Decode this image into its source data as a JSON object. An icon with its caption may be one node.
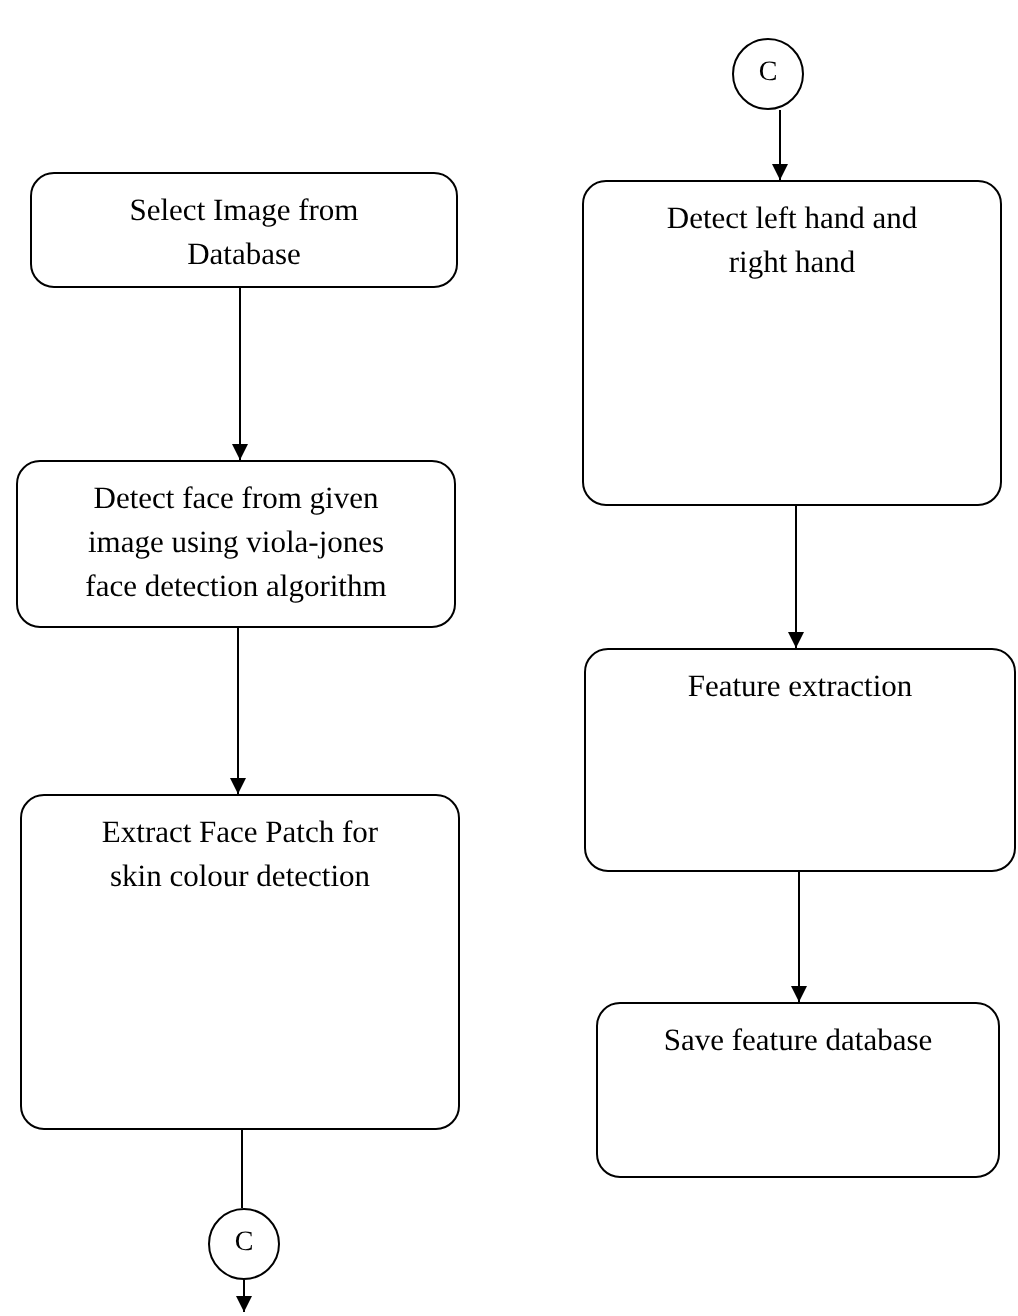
{
  "diagram": {
    "nodes": [
      {
        "text": [
          "Select Image from Database"
        ]
      },
      {
        "text": [
          "Detect face from given image using viola-jones face detection algorithm"
        ]
      },
      {
        "text": [
          "Extract Face Patch for skin colour detection"
        ]
      },
      {
        "text": [
          "C"
        ]
      },
      {
        "text": [
          "C"
        ]
      },
      {
        "text": [
          "Detect left hand and right hand"
        ]
      },
      {
        "text": [
          "Feature extraction"
        ]
      },
      {
        "text": [
          "Save feature database"
        ]
      }
    ],
    "edges": [
      {
        "from": 0,
        "to": 1,
        "arrow": "to"
      },
      {
        "from": 1,
        "to": 2,
        "arrow": "to"
      },
      {
        "from": 2,
        "to": 3,
        "arrow": "none"
      },
      {
        "from": 3,
        "to": null,
        "arrow": "to"
      },
      {
        "from": 4,
        "to": 5,
        "arrow": "to"
      },
      {
        "from": 5,
        "to": 6,
        "arrow": "to"
      },
      {
        "from": 6,
        "to": 7,
        "arrow": "to"
      }
    ]
  }
}
